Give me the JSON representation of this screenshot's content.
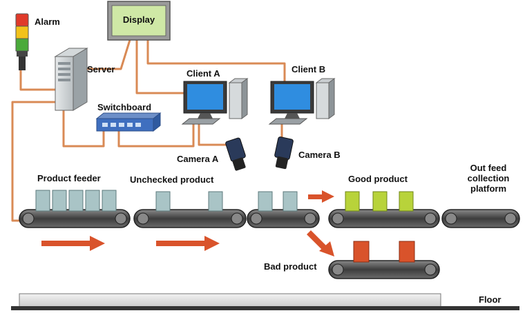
{
  "labels": {
    "alarm": "Alarm",
    "display": "Display",
    "server": "Server",
    "client_a": "Client A",
    "client_b": "Client B",
    "switchboard": "Switchboard",
    "camera_a": "Camera A",
    "camera_b": "Camera B",
    "product_feeder": "Product feeder",
    "unchecked_product": "Unchecked product",
    "good_product": "Good product",
    "out_feed_line1": "Out feed",
    "out_feed_line2": "collection",
    "out_feed_line3": "platform",
    "bad_product": "Bad product",
    "floor": "Floor"
  },
  "colors": {
    "cable": "#d98a55",
    "arrow": "#d9532b",
    "box_unchecked": "#a9c4c6",
    "box_good": "#b8d33a",
    "box_bad": "#d9532b",
    "alarm_red": "#e03a2a",
    "alarm_yellow": "#f2c21a",
    "alarm_green": "#4aaa3a",
    "monitor_screen": "#2f8de0",
    "display_screen": "#cfe8a6"
  },
  "icons": [
    "alarm-tower-icon",
    "server-icon",
    "switch-icon",
    "monitor-icon",
    "computer-tower-icon",
    "camera-icon",
    "keyboard-icon",
    "conveyor-icon",
    "arrow-icon"
  ]
}
